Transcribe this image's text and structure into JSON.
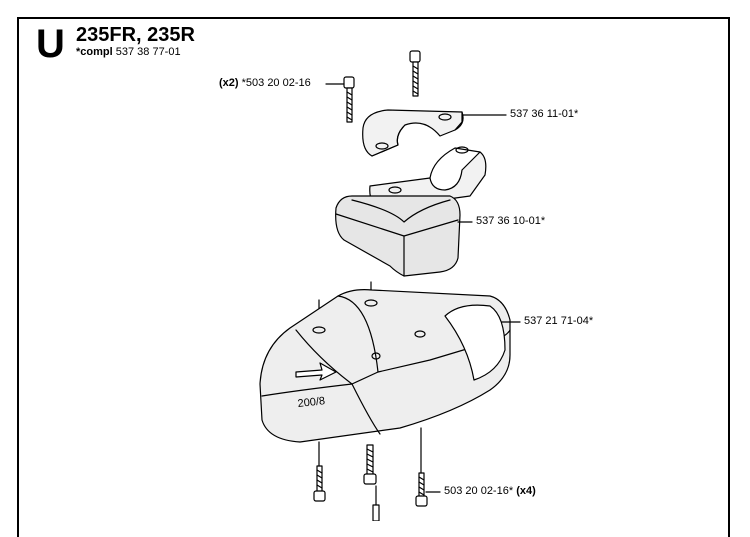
{
  "header": {
    "section_letter": "U",
    "models": "235FR, 235R",
    "compl_prefix": "*compl",
    "compl_number": "537 38 77-01"
  },
  "parts": {
    "top_screw": {
      "qty": "(x2)",
      "number": "*503 20 02-16"
    },
    "clamp_upper": {
      "number": "537 36 11-01*"
    },
    "clamp_lower": {
      "number": "537 36 10-01*"
    },
    "guard": {
      "number": "537 21 71-04*",
      "embossed_text": "200/8"
    },
    "bottom_screw": {
      "number": "503 20 02-16*",
      "qty": "(x4)"
    }
  }
}
